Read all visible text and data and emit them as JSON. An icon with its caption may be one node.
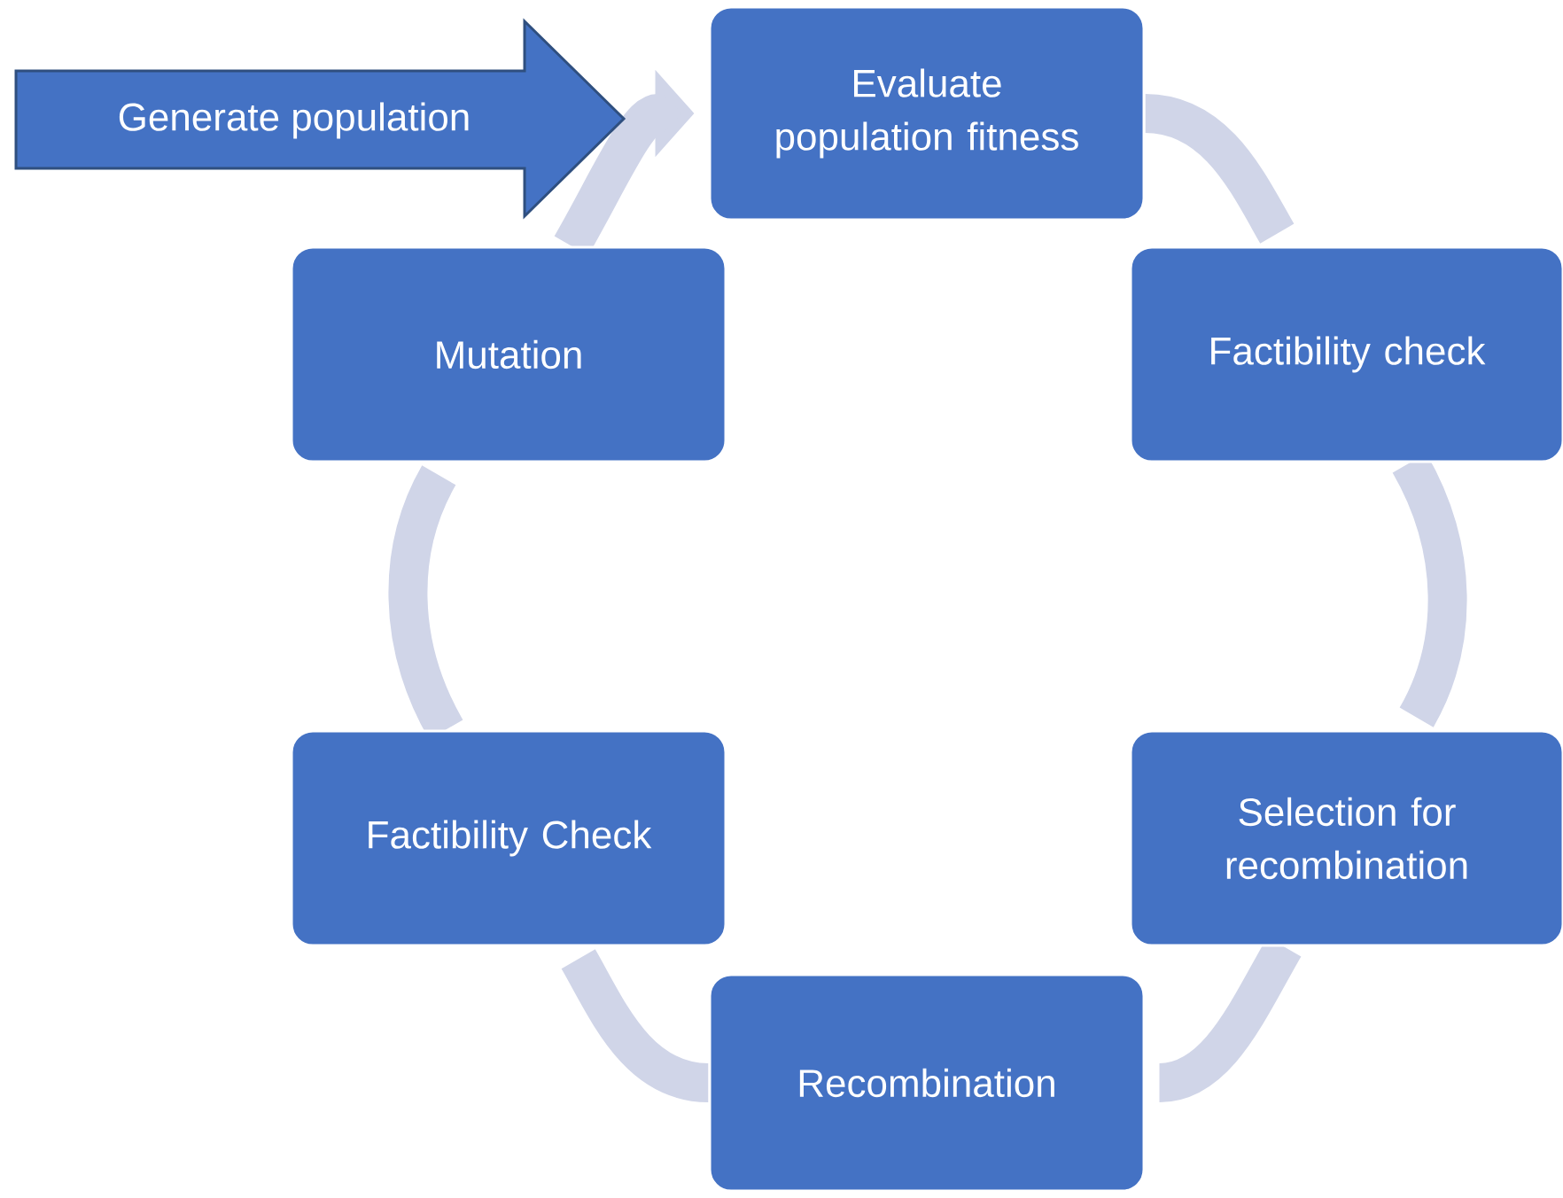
{
  "diagram": {
    "nodes": [
      {
        "text": [
          "Generate population"
        ]
      },
      {
        "text": [
          "Evaluate population fitness"
        ]
      },
      {
        "text": [
          "Factibility check"
        ]
      },
      {
        "text": [
          "Selection for recombination"
        ]
      },
      {
        "text": [
          "Recombination"
        ]
      },
      {
        "text": [
          "Factibility Check"
        ]
      },
      {
        "text": [
          "Mutation"
        ]
      }
    ],
    "edges": [
      {
        "from": 1,
        "to": 2,
        "arrow": "none"
      },
      {
        "from": 2,
        "to": 3,
        "arrow": "none"
      },
      {
        "from": 3,
        "to": 4,
        "arrow": "none"
      },
      {
        "from": 4,
        "to": 5,
        "arrow": "none"
      },
      {
        "from": 5,
        "to": 6,
        "arrow": "none"
      },
      {
        "from": 6,
        "to": 1,
        "arrow": "to"
      }
    ]
  }
}
